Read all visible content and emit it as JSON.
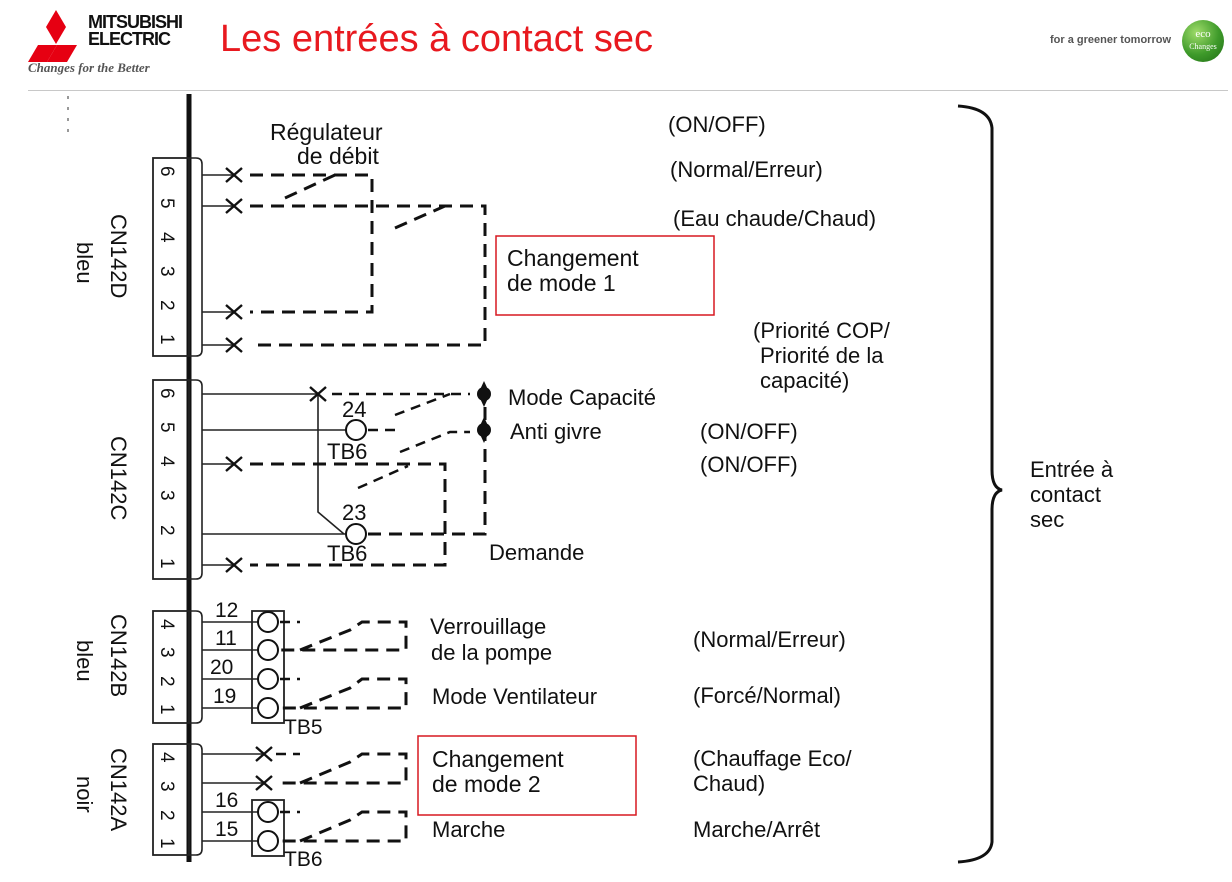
{
  "header": {
    "brand_line1": "MITSUBISHI",
    "brand_line2": "ELECTRIC",
    "tagline": "Changes for the Better",
    "title": "Les entrées à contact sec",
    "slogan": "for a greener tomorrow",
    "eco_badge": {
      "line1": "eco",
      "line2": "Changes"
    },
    "title_color": "#e8191f"
  },
  "diagram": {
    "connectors": [
      {
        "id": "CN142D",
        "color": "bleu",
        "pins": [
          "6",
          "5",
          "4",
          "3",
          "2",
          "1"
        ]
      },
      {
        "id": "CN142C",
        "color": "",
        "pins": [
          "6",
          "5",
          "4",
          "3",
          "2",
          "1"
        ]
      },
      {
        "id": "CN142B",
        "color": "bleu",
        "pins": [
          "4",
          "3",
          "2",
          "1"
        ]
      },
      {
        "id": "CN142A",
        "color": "noir",
        "pins": [
          "4",
          "3",
          "2",
          "1"
        ]
      }
    ],
    "terminals": {
      "t24": "24",
      "tb6_a": "TB6",
      "t23": "23",
      "tb6_b": "TB6",
      "t12": "12",
      "t11": "11",
      "t20": "20",
      "t19": "19",
      "tb5": "TB5",
      "t16": "16",
      "t15": "15",
      "tb6_c": "TB6"
    },
    "functions": {
      "regulateur": [
        "Régulateur",
        "de débit"
      ],
      "changement1": [
        "Changement",
        "de mode 1"
      ],
      "mode_capacite": "Mode Capacité",
      "anti_givre": "Anti givre",
      "demande": "Demande",
      "verrouillage": [
        "Verrouillage",
        "de la pompe"
      ],
      "ventilateur": "Mode Ventilateur",
      "changement2": [
        "Changement",
        "de mode 2"
      ],
      "marche": "Marche"
    },
    "states": {
      "s1": "(ON/OFF)",
      "s2": "(Normal/Erreur)",
      "s3": "(Eau chaude/Chaud)",
      "s4": [
        "(Priorité COP/",
        "Priorité de la",
        "capacité)"
      ],
      "s5": "(ON/OFF)",
      "s6": "(ON/OFF)",
      "s7": "(Normal/Erreur)",
      "s8": "(Forcé/Normal)",
      "s9": [
        "(Chauffage Eco/",
        "Chaud)"
      ],
      "s10": "Marche/Arrêt"
    },
    "brace_label": [
      "Entrée à",
      "contact",
      "sec"
    ],
    "highlight_color": "#d71920"
  }
}
